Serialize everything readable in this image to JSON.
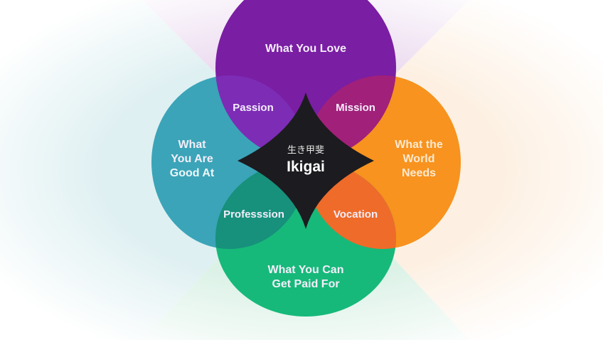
{
  "title": "Ikigai",
  "center": {
    "japanese": "生き甲斐",
    "label": "Ikigai"
  },
  "circles": {
    "top": {
      "label": "What You Love",
      "color": "#7a1ea3"
    },
    "left": {
      "lines": [
        "What",
        "You Are",
        "Good At"
      ],
      "color": "#3ba4b8"
    },
    "right": {
      "lines": [
        "What the",
        "World",
        "Needs"
      ],
      "color": "#f7931e"
    },
    "bottom": {
      "lines": [
        "What You Can",
        "Get Paid For"
      ],
      "color": "#16b97a"
    }
  },
  "overlaps": {
    "passion": {
      "label": "Passion",
      "color": "#7d2cb6"
    },
    "mission": {
      "label": "Mission",
      "color": "#a1207a"
    },
    "profession": {
      "label": "Professsion",
      "color": "#17907c"
    },
    "vocation": {
      "label": "Vocation",
      "color": "#ef6b2a"
    }
  },
  "core_color": "#1c1b1f"
}
